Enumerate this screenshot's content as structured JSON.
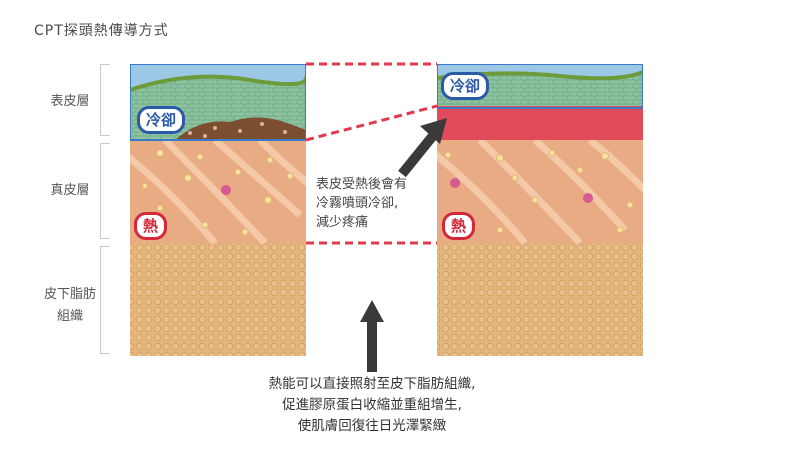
{
  "title": "CPT探頭熱傳導方式",
  "layers": {
    "epidermis": "表皮層",
    "dermis": "真皮層",
    "subcutaneous_line1": "皮下脂肪",
    "subcutaneous_line2": "組織"
  },
  "badges": {
    "cool": "冷卻",
    "heat": "熱"
  },
  "note_lines": [
    "表皮受熱後會有",
    "冷霧噴頭冷卻,",
    "減少疼痛"
  ],
  "caption_lines": [
    "熱能可以直接照射至皮下脂肪組織,",
    "促進膠原蛋白收縮並重組增生,",
    "使肌膚回復往日光澤緊緻"
  ],
  "colors": {
    "cool_blue": "#2d5aa8",
    "heat_red": "#d3283a",
    "dermis": "#e8a982",
    "fat": "#e2b47c",
    "epidermis_green": "#8cc3a0",
    "sky": "#7fb4d8",
    "arrow": "#3a3a3a"
  },
  "icons": [
    "up-arrow-icon",
    "diagonal-arrow-icon"
  ]
}
